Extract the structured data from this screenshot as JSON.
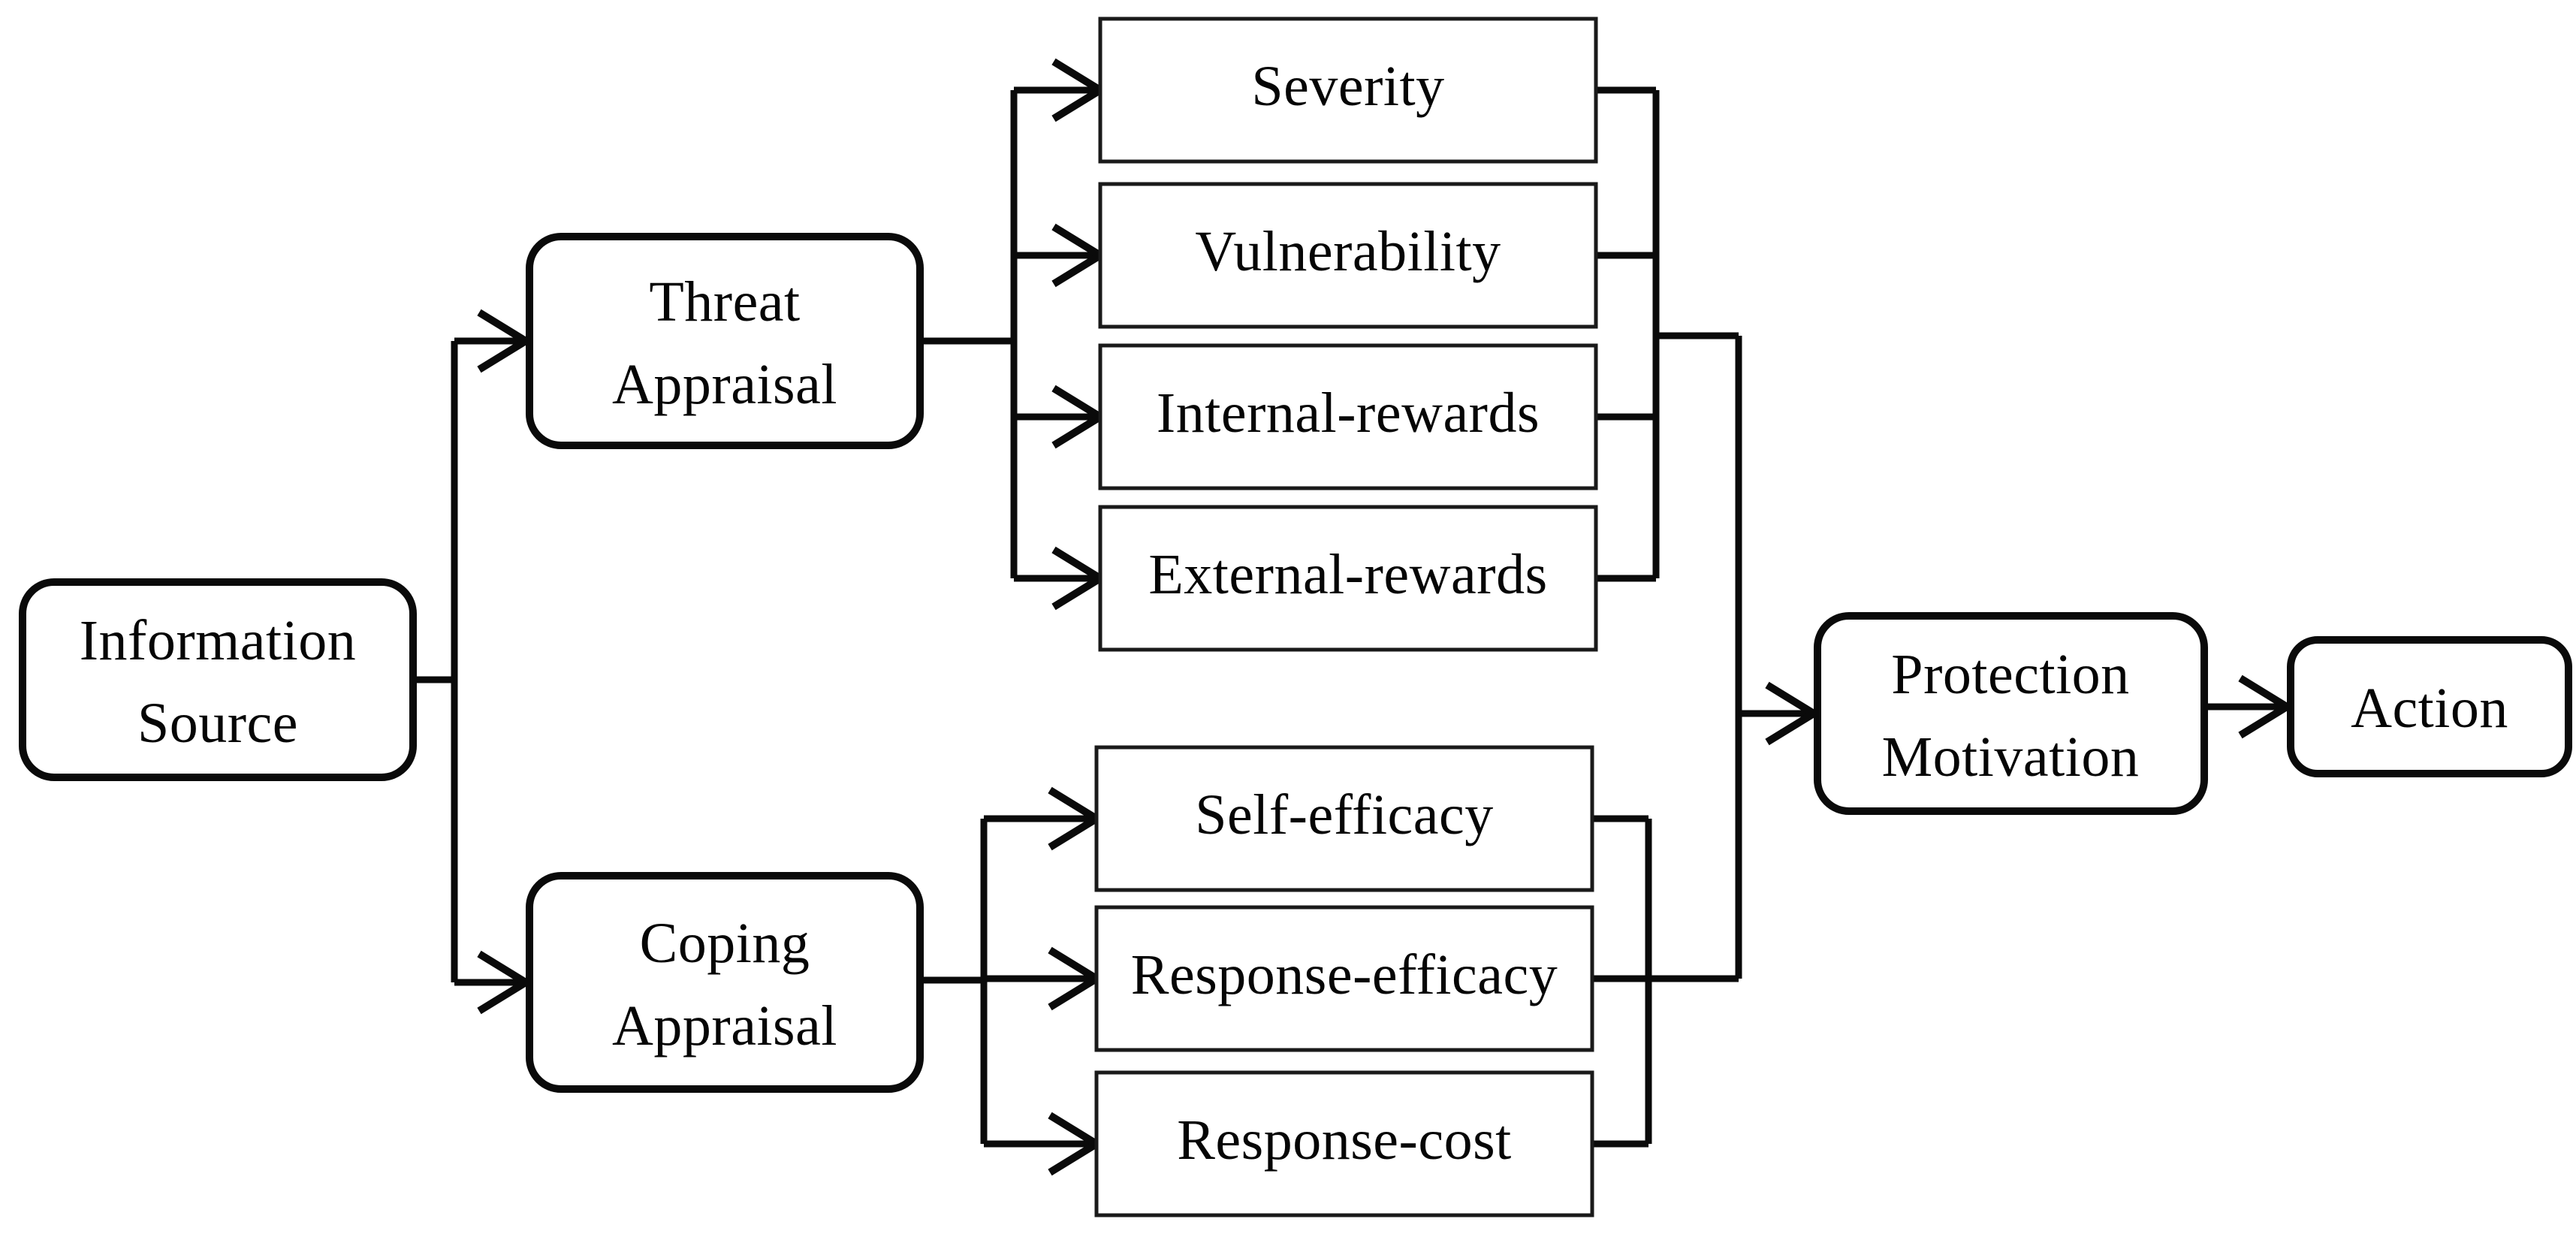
{
  "diagram": {
    "type": "flowchart",
    "colors": {
      "background": "#ffffff",
      "line": "#0a0a0a",
      "text": "#050505",
      "box_fill": "#ffffff"
    },
    "nodes": {
      "information_source": {
        "label": "Information Source",
        "line1": "Information",
        "line2": "Source",
        "shape": "rounded"
      },
      "threat_appraisal": {
        "label": "Threat Appraisal",
        "line1": "Threat",
        "line2": "Appraisal",
        "shape": "rounded"
      },
      "coping_appraisal": {
        "label": "Coping Appraisal",
        "line1": "Coping",
        "line2": "Appraisal",
        "shape": "rounded"
      },
      "severity": {
        "label": "Severity",
        "shape": "rectangle"
      },
      "vulnerability": {
        "label": "Vulnerability",
        "shape": "rectangle"
      },
      "internal_rewards": {
        "label": "Internal-rewards",
        "shape": "rectangle"
      },
      "external_rewards": {
        "label": "External-rewards",
        "shape": "rectangle"
      },
      "self_efficacy": {
        "label": "Self-efficacy",
        "shape": "rectangle"
      },
      "response_efficacy": {
        "label": "Response-efficacy",
        "shape": "rectangle"
      },
      "response_cost": {
        "label": "Response-cost",
        "shape": "rectangle"
      },
      "protection_motivation": {
        "label": "Protection Motivation",
        "line1": "Protection",
        "line2": "Motivation",
        "shape": "rounded"
      },
      "action": {
        "label": "Action",
        "shape": "rounded"
      }
    },
    "edges": [
      {
        "from": "information_source",
        "to": "threat_appraisal",
        "arrow": true
      },
      {
        "from": "information_source",
        "to": "coping_appraisal",
        "arrow": true
      },
      {
        "from": "threat_appraisal",
        "to": "severity",
        "arrow": true
      },
      {
        "from": "threat_appraisal",
        "to": "vulnerability",
        "arrow": true
      },
      {
        "from": "threat_appraisal",
        "to": "internal_rewards",
        "arrow": true
      },
      {
        "from": "threat_appraisal",
        "to": "external_rewards",
        "arrow": true
      },
      {
        "from": "coping_appraisal",
        "to": "self_efficacy",
        "arrow": true
      },
      {
        "from": "coping_appraisal",
        "to": "response_efficacy",
        "arrow": true
      },
      {
        "from": "coping_appraisal",
        "to": "response_cost",
        "arrow": true
      },
      {
        "from": "severity",
        "to": "protection_motivation",
        "arrow": false
      },
      {
        "from": "vulnerability",
        "to": "protection_motivation",
        "arrow": false
      },
      {
        "from": "internal_rewards",
        "to": "protection_motivation",
        "arrow": false
      },
      {
        "from": "external_rewards",
        "to": "protection_motivation",
        "arrow": false
      },
      {
        "from": "self_efficacy",
        "to": "protection_motivation",
        "arrow": true
      },
      {
        "from": "response_efficacy",
        "to": "protection_motivation",
        "arrow": true
      },
      {
        "from": "response_cost",
        "to": "protection_motivation",
        "arrow": true
      },
      {
        "from": "protection_motivation",
        "to": "action",
        "arrow": true
      }
    ]
  }
}
